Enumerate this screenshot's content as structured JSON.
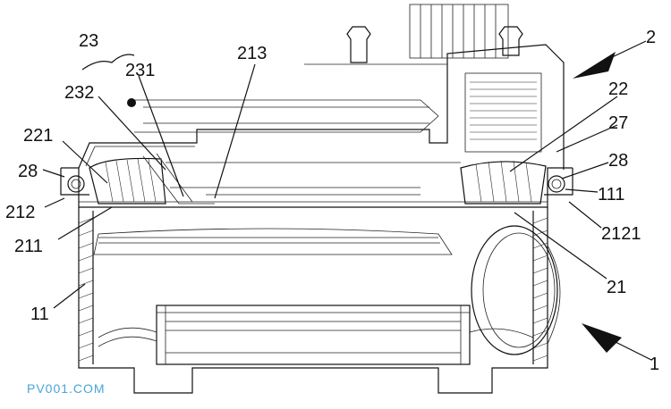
{
  "figure": {
    "labels": {
      "l23": "23",
      "l231": "231",
      "l232": "232",
      "l213": "213",
      "l2": "2",
      "l22": "22",
      "l27": "27",
      "l28a": "28",
      "l28b": "28",
      "l221": "221",
      "l212": "212",
      "l211": "211",
      "l111": "111",
      "l2121": "2121",
      "l21": "21",
      "l11": "11",
      "l1": "1"
    },
    "watermark": "PV001.COM"
  }
}
